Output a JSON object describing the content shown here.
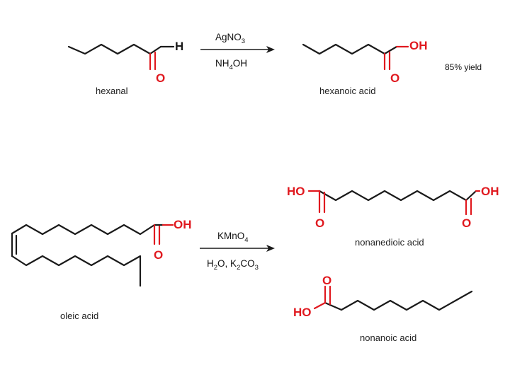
{
  "reaction1": {
    "reactant_name": "hexanal",
    "product_name": "hexanoic acid",
    "reagent_top": {
      "main": "AgNO",
      "sub": "3"
    },
    "reagent_bottom": {
      "main1": "NH",
      "sub": "4",
      "main2": "OH"
    },
    "yield": "85% yield",
    "atoms": {
      "aldehyde_h": "H",
      "aldehyde_o": "O",
      "acid_oh": "OH",
      "acid_o": "O"
    }
  },
  "reaction2": {
    "reactant_name": "oleic acid",
    "product1_name": "nonanedioic acid",
    "product2_name": "nonanoic acid",
    "reagent_top": {
      "main": "KMnO",
      "sub": "4"
    },
    "reagent_bottom": {
      "p1": "H",
      "s1": "2",
      "p2": "O, K",
      "s2": "2",
      "p3": "CO",
      "s3": "3"
    },
    "atoms": {
      "oleic_oh": "OH",
      "oleic_o": "O",
      "diacid_ho": "HO",
      "diacid_o_left": "O",
      "diacid_oh": "OH",
      "diacid_o_right": "O",
      "nonanoic_ho": "HO",
      "nonanoic_o": "O"
    }
  },
  "colors": {
    "heteroatom": "#e0191f",
    "bond": "#1a1a1a"
  }
}
